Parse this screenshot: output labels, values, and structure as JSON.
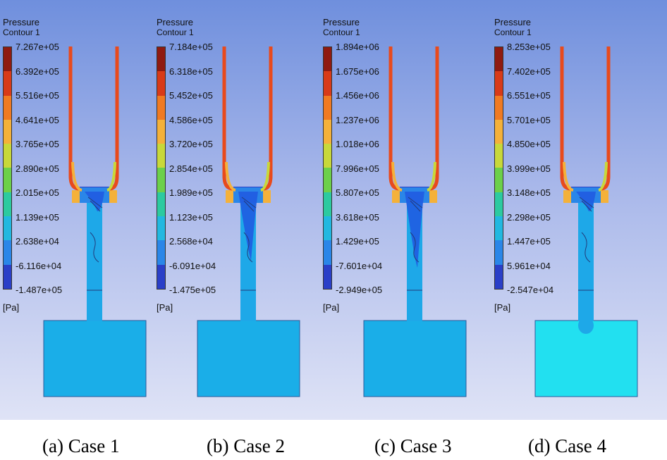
{
  "panels": [
    {
      "title": "Pressure",
      "subtitle": "Contour 1",
      "unit": "[Pa]",
      "ticks": [
        "7.267e+05",
        "6.392e+05",
        "5.516e+05",
        "4.641e+05",
        "3.765e+05",
        "2.890e+05",
        "2.015e+05",
        "1.139e+05",
        "2.638e+04",
        "-6.116e+04",
        "-1.487e+05"
      ],
      "caption": "(a) Case 1",
      "tank_color": "#1aaee8"
    },
    {
      "title": "Pressure",
      "subtitle": "Contour 1",
      "unit": "[Pa]",
      "ticks": [
        "7.184e+05",
        "6.318e+05",
        "5.452e+05",
        "4.586e+05",
        "3.720e+05",
        "2.854e+05",
        "1.989e+05",
        "1.123e+05",
        "2.568e+04",
        "-6.091e+04",
        "-1.475e+05"
      ],
      "caption": "(b) Case 2",
      "tank_color": "#1aaee8"
    },
    {
      "title": "Pressure",
      "subtitle": "Contour 1",
      "unit": "[Pa]",
      "ticks": [
        "1.894e+06",
        "1.675e+06",
        "1.456e+06",
        "1.237e+06",
        "1.018e+06",
        "7.996e+05",
        "5.807e+05",
        "3.618e+05",
        "1.429e+05",
        "-7.601e+04",
        "-2.949e+05"
      ],
      "caption": "(c) Case 3",
      "tank_color": "#1aaee8"
    },
    {
      "title": "Pressure",
      "subtitle": "Contour 1",
      "unit": "[Pa]",
      "ticks": [
        "8.253e+05",
        "7.402e+05",
        "6.551e+05",
        "5.701e+05",
        "4.850e+05",
        "3.999e+05",
        "3.148e+05",
        "2.298e+05",
        "1.447e+05",
        "5.961e+04",
        "-2.547e+04"
      ],
      "caption": "(d) Case 4",
      "tank_color": "#22e0f0"
    }
  ],
  "colormap": [
    "#8f1a10",
    "#d83a18",
    "#f07a22",
    "#f4b13a",
    "#c8d83a",
    "#6cd04a",
    "#2ccaa0",
    "#22b8e0",
    "#2a86e8",
    "#2a3fc8",
    "#2c2a8a"
  ],
  "colors": {
    "nozzle_wall": "#e84a1c",
    "stem": "#1ea8e8",
    "core": "#2058e0"
  }
}
